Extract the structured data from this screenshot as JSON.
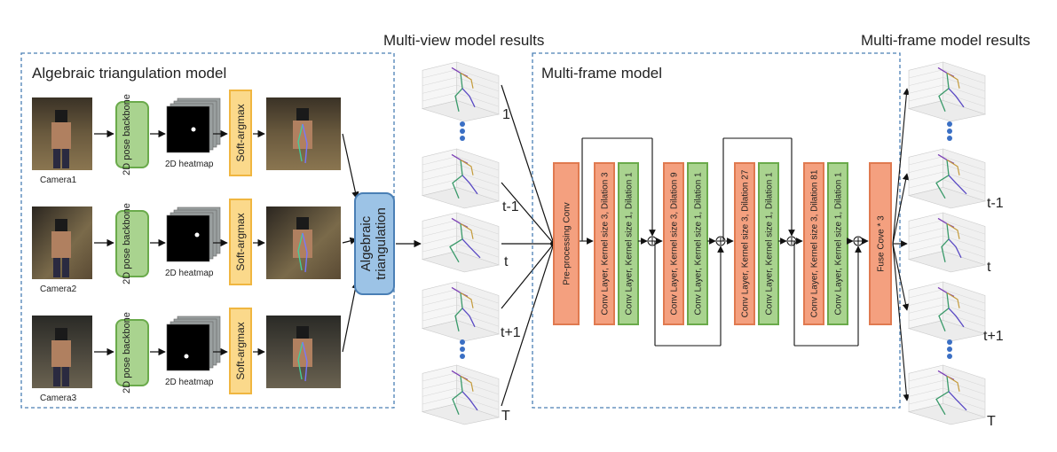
{
  "titles": {
    "triangulation_box": "Algebraic triangulation model",
    "multiview_results": "Multi-view model results",
    "multiframe_box": "Multi-frame model",
    "multiframe_results": "Multi-frame model results"
  },
  "cameras": [
    {
      "label": "Camera1",
      "backbone": "2D pose backbone",
      "heatmap": "2D heatmap",
      "softargmax": "Soft-argmax"
    },
    {
      "label": "Camera2",
      "backbone": "2D pose backbone",
      "heatmap": "2D heatmap",
      "softargmax": "Soft-argmax"
    },
    {
      "label": "Camera3",
      "backbone": "2D pose backbone",
      "heatmap": "2D heatmap",
      "softargmax": "Soft-argmax"
    }
  ],
  "triangulation": {
    "line1": "Algebraic",
    "line2": "triangulation"
  },
  "multiview_labels": [
    "1",
    "t-1",
    "t",
    "t+1",
    "T"
  ],
  "multiframe_labels": [
    "t-1",
    "t",
    "t+1",
    "T"
  ],
  "layers": {
    "preprocess": "Pre-processing Conv",
    "blocks": [
      {
        "conv": "Conv Layer, Kernel size 3, Dilation 3",
        "fuse": "Conv Layer, Kernel size 1, Dilation 1"
      },
      {
        "conv": "Conv Layer, Kernel size 3, Dilation 9",
        "fuse": "Conv Layer, Kernel size 1, Dilation 1"
      },
      {
        "conv": "Conv Layer, Kernel size 3, Dilation 27",
        "fuse": "Conv Layer, Kernel size 1, Dilation 1"
      },
      {
        "conv": "Conv Layer, Kernel size 3, Dilation 81",
        "fuse": "Conv Layer, Kernel size 1, Dilation 1"
      }
    ],
    "fuse": "Fuse Cove * 3"
  },
  "colors": {
    "dashed_border": "#4a7fb5",
    "orange_fill": "#f4a07f",
    "orange_stroke": "#e07a50",
    "green_fill": "#a9d38f",
    "green_stroke": "#6aaa4b",
    "yellow_fill": "#fbd98b",
    "yellow_stroke": "#f0b640",
    "blue_fill": "#9cc3e6",
    "blue_stroke": "#4a7fb5",
    "ellipsis_dot": "#3a6fc4"
  }
}
